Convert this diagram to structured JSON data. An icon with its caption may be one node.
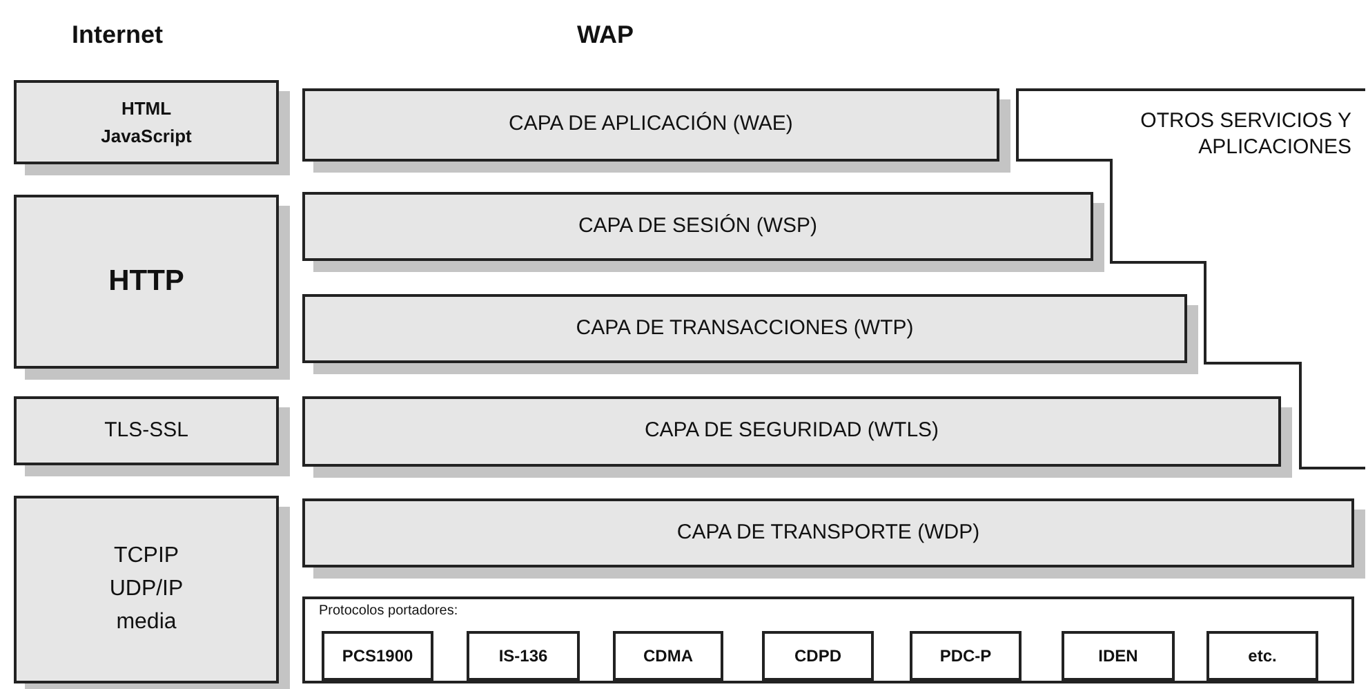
{
  "diagram": {
    "nodes": [
      {
        "text": [
          "HTML",
          "JavaScript"
        ]
      },
      {
        "text": [
          "CAPA DE APLICACIÓN (WAE)"
        ]
      },
      {
        "text": [
          "OTROS SERVICIOS Y APLICACIONES"
        ]
      },
      {
        "text": [
          "HTTP"
        ]
      },
      {
        "text": [
          "CAPA DE SESIÓN (WSP)"
        ]
      },
      {
        "text": [
          "CAPA DE TRANSACCIONES (WTP)"
        ]
      },
      {
        "text": [
          "TLS-SSL"
        ]
      },
      {
        "text": [
          "CAPA DE SEGURIDAD (WTLS)"
        ]
      },
      {
        "text": [
          "TCPIP",
          "UDP/IP",
          "media"
        ]
      },
      {
        "text": [
          "CAPA DE TRANSPORTE (WDP)"
        ]
      },
      {
        "text": [
          "Protocolos portadores:"
        ]
      },
      {
        "text": [
          "PCS1900"
        ],
        "in": 10
      },
      {
        "text": [
          "IS-136"
        ],
        "in": 10
      },
      {
        "text": [
          "CDMA"
        ],
        "in": 10
      },
      {
        "text": [
          "CDPD"
        ],
        "in": 10
      },
      {
        "text": [
          "PDC-P"
        ],
        "in": 10
      },
      {
        "text": [
          "IDEN"
        ],
        "in": 10
      },
      {
        "text": [
          "etc."
        ],
        "in": 10
      }
    ],
    "labels": [
      "Internet",
      "WAP"
    ]
  }
}
